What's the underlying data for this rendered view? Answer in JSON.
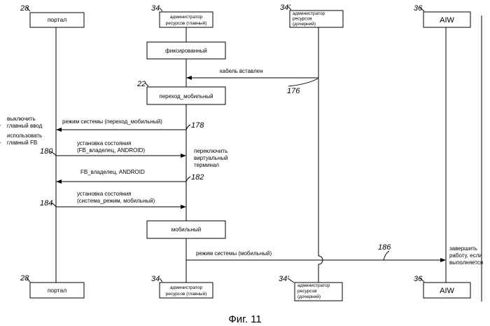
{
  "participants": {
    "portal": {
      "ref": "28",
      "label": "портал"
    },
    "main_rm": {
      "ref": "34",
      "line1": "администратор",
      "line2": "ресурсов (главный)"
    },
    "child_rm": {
      "ref": "34’",
      "line1": "администратор",
      "line2": "ресурсов",
      "line3": "(дочерний)"
    },
    "aiw": {
      "ref": "36",
      "label": "AIW"
    }
  },
  "states": {
    "fixed": "фиксированный",
    "transition": "переход_мобильный",
    "transition_ref": "22",
    "mobile": "мобильный"
  },
  "messages": {
    "cable": {
      "label": "кабель вставлен",
      "ref": "176"
    },
    "sysmode1": {
      "label": "режим системы (переход_мобильный)",
      "ref": "178"
    },
    "setstate1": {
      "line1": "установка состояния",
      "line2": "(FB_владелец, ANDROID)",
      "ref": "180"
    },
    "owner": {
      "label": "FB_владелец, ANDROID",
      "ref": "182"
    },
    "setstate2": {
      "line1": "установка состояния",
      "line2": "(система_режим, мобильный)",
      "ref": "184"
    },
    "sysmode2": {
      "label": "режим системы (мобильный)",
      "ref": "186"
    }
  },
  "notes": {
    "disable_main_input": {
      "line1": "выключить",
      "line2": "главный ввод"
    },
    "use_main_fb": {
      "line1": "использовать",
      "line2": "главный FB"
    },
    "switch_terminal": {
      "line1": "переключить",
      "line2": "виртуальный",
      "line3": "терминал"
    },
    "finish_work": {
      "line1": "завершить",
      "line2": "работу, если",
      "line3": "выполняется"
    }
  },
  "caption": "Фиг. 11"
}
